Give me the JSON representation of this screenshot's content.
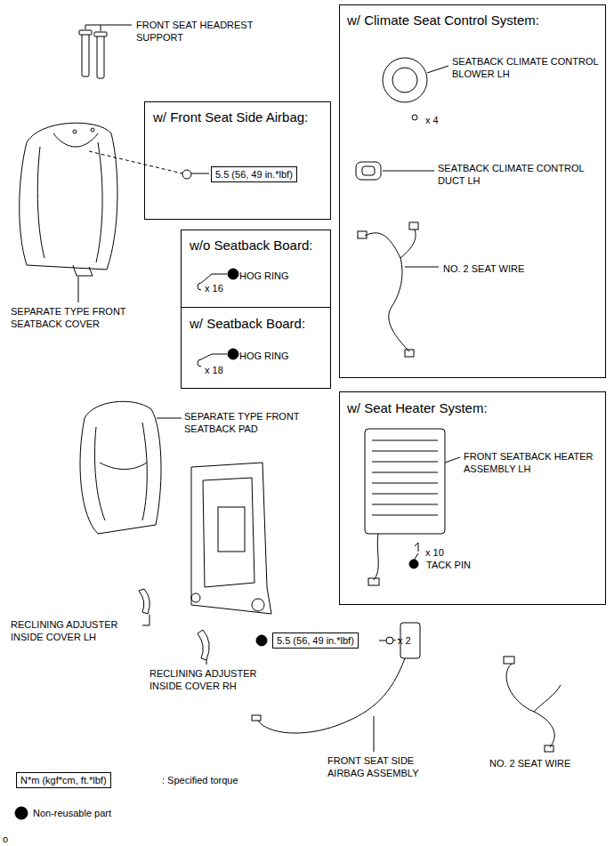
{
  "diagram": {
    "nodes": [
      {
        "text": [
          "w/ Climate Seat Control System:",
          "SEATBACK CLIMATE CONTROL BLOWER LH",
          "x 4",
          "SEATBACK CLIMATE CONTROL DUCT LH",
          "NO. 2 SEAT WIRE"
        ]
      },
      {
        "text": [
          "w/ Front Seat Side Airbag:"
        ]
      },
      {
        "text": [
          "5.5 (56, 49 in.*lbf)"
        ],
        "in": 1
      },
      {
        "text": [
          "w/o Seatback Board:",
          "HOG RING",
          "x 16"
        ]
      },
      {
        "text": [
          "w/ Seatback Board:",
          "HOG RING",
          "x 18"
        ]
      },
      {
        "text": [
          "w/ Seat Heater System:",
          "FRONT SEATBACK HEATER ASSEMBLY LH",
          "x 10",
          "TACK PIN"
        ]
      },
      {
        "text": [
          "5.5 (56, 49 in.*lbf)"
        ]
      },
      {
        "text": [
          "N*m (kgf*cm, ft.*lbf)"
        ]
      }
    ],
    "labels": [
      "FRONT SEAT HEADREST SUPPORT",
      "SEPARATE TYPE FRONT SEATBACK COVER",
      "SEPARATE TYPE FRONT SEATBACK PAD",
      "RECLINING ADJUSTER INSIDE COVER LH",
      "RECLINING ADJUSTER INSIDE COVER RH",
      "x 2",
      "FRONT SEAT SIDE AIRBAG ASSEMBLY",
      "NO. 2 SEAT WIRE",
      ": Specified torque",
      "o"
    ],
    "legend": [
      {
        "text": "Non-reusable part"
      }
    ]
  }
}
